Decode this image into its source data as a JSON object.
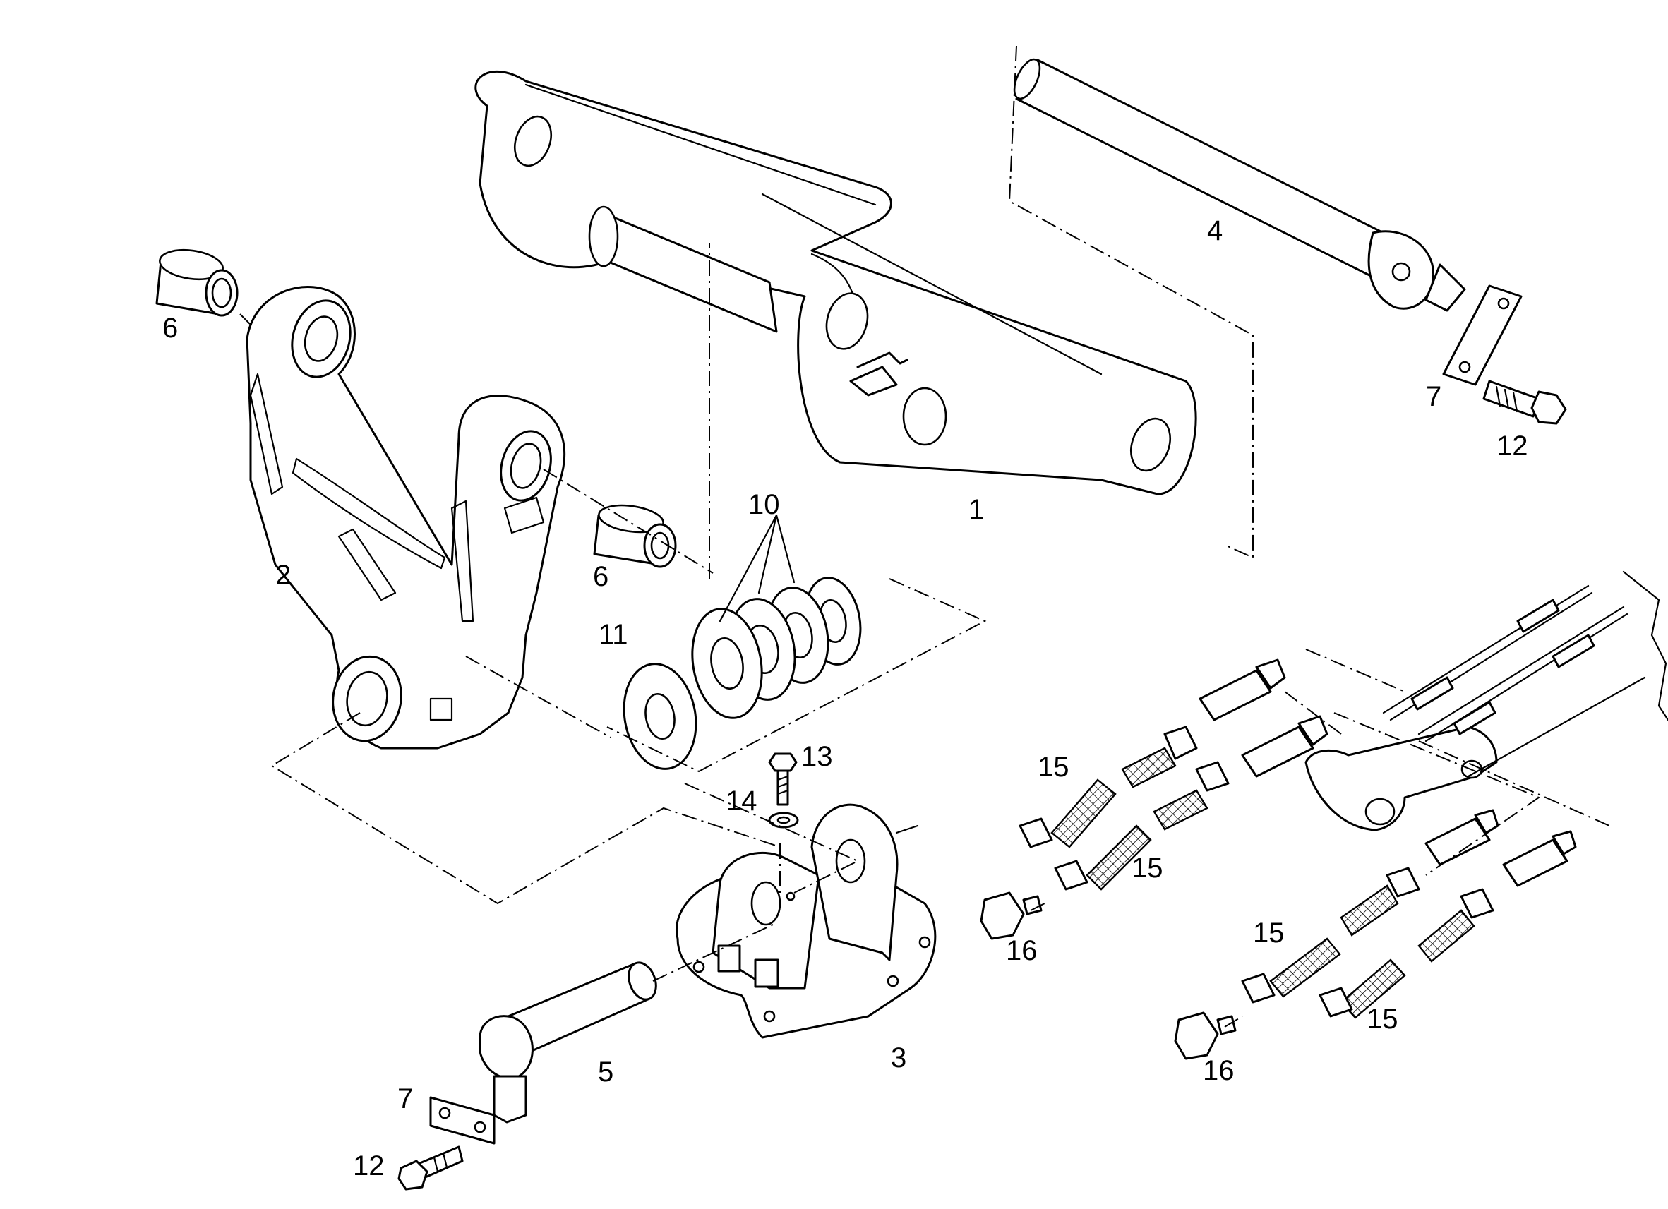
{
  "callouts": {
    "c1": "1",
    "c2": "2",
    "c3": "3",
    "c4": "4",
    "c5": "5",
    "c6a": "6",
    "c6b": "6",
    "c7a": "7",
    "c7b": "7",
    "c10": "10",
    "c11": "11",
    "c12a": "12",
    "c12b": "12",
    "c13": "13",
    "c14": "14",
    "c15a": "15",
    "c15b": "15",
    "c15c": "15",
    "c15d": "15",
    "c16a": "16",
    "c16b": "16"
  },
  "colors": {
    "line": "#000000",
    "background": "#ffffff"
  }
}
